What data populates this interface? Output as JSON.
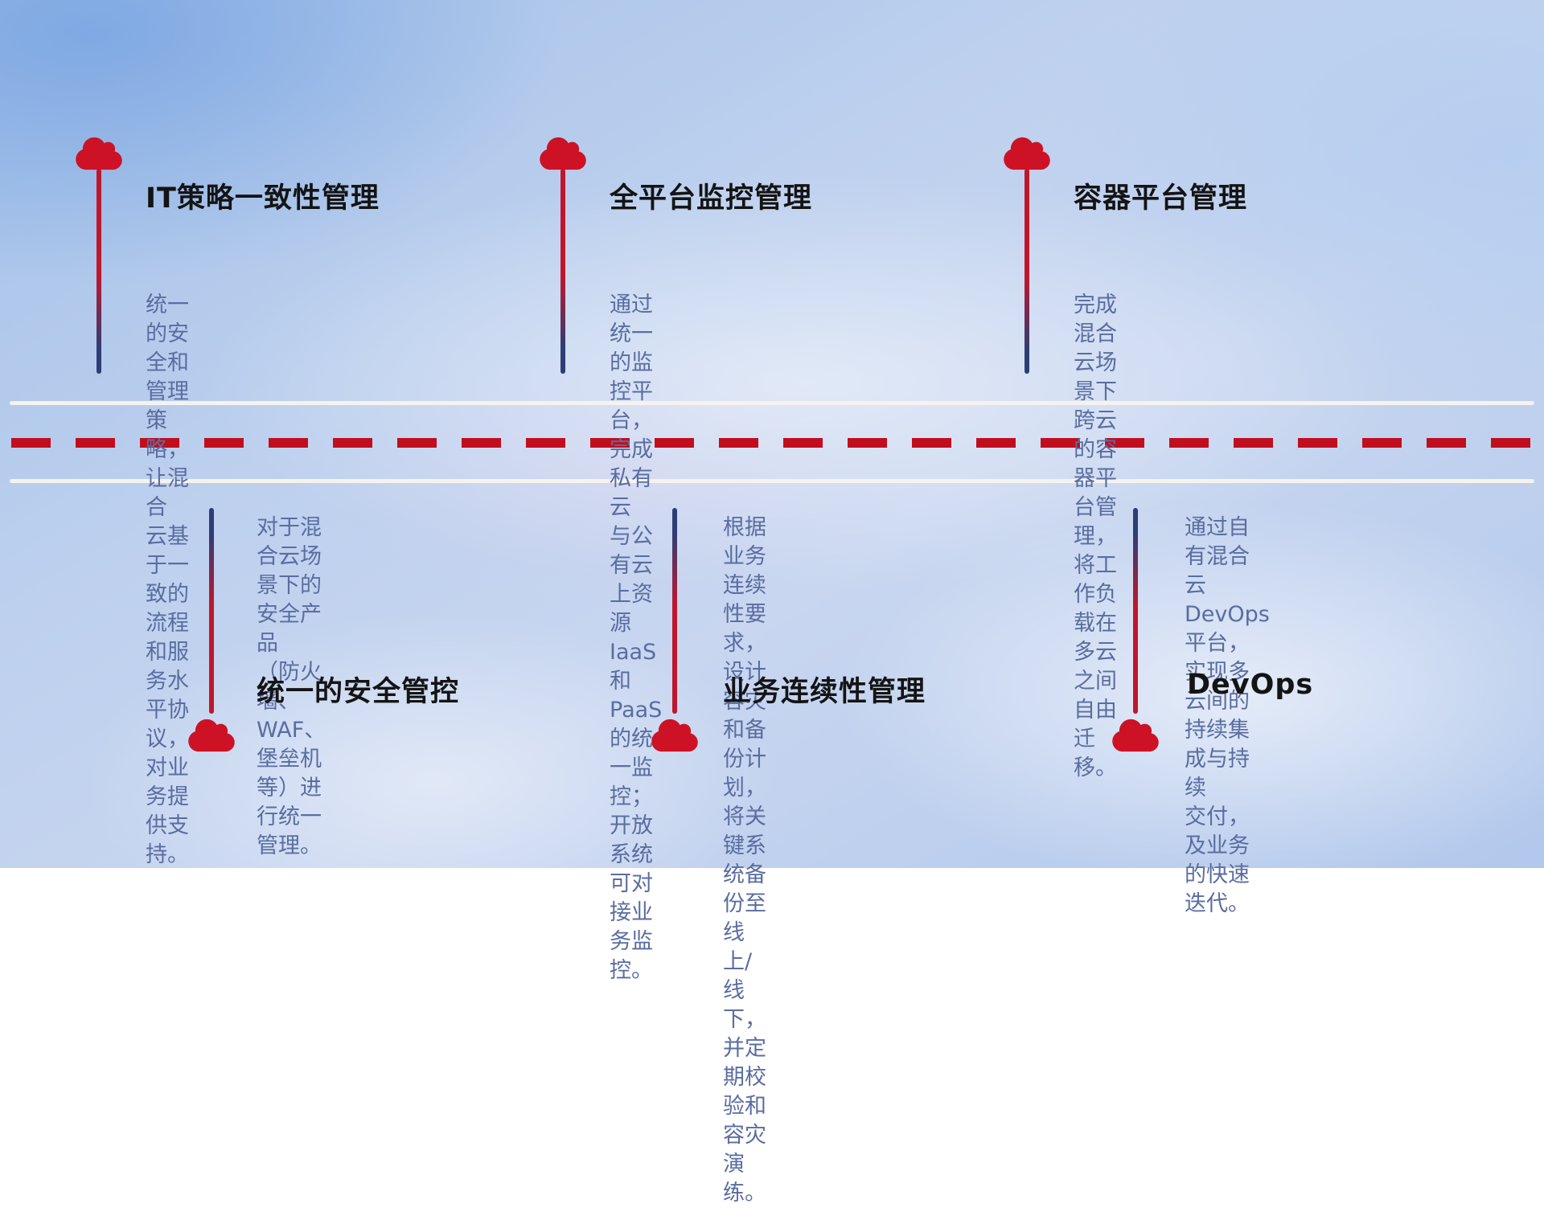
{
  "colors": {
    "cloud_red": "#cd1225",
    "stem_red": "#c0162c",
    "stem_navy": "#2e3e74",
    "title_text": "#141414",
    "desc_text": "#5a6da0",
    "road_white": "#f6f2ee",
    "dash_red": "#c10e1f"
  },
  "top_items": [
    {
      "title": "IT策略一致性管理",
      "description": "统一的安全和管理策略，让混合\n云基于一致的流程和服务水平协\n议，对业务提供支持。"
    },
    {
      "title": "全平台监控管理",
      "description": "通过统一的监控平台，完成私有云\n与公有云上资源IaaS和PaaS的统\n一监控；开放系统可对接业务监控。"
    },
    {
      "title": "容器平台管理",
      "description": "完成混合云场景下跨云的容器平\n台管理，将工作负载在多云之间\n自由迁移。"
    }
  ],
  "bottom_items": [
    {
      "title": "统一的安全管控",
      "description": "对于混合云场景下的安全产品\n（防火墙、WAF、堡垒机等）进\n行统一管理。"
    },
    {
      "title": "业务连续性管理",
      "description": "根据业务连续性要求，设计容灾\n和备份计划，将关键系统备份至\n线上/线下，并定期校验和容灾\n演练。"
    },
    {
      "title": "DevOps",
      "description": "通过自有混合云DevOps平台，\n实现多云间的持续集成与持续\n交付，及业务的快速迭代。"
    }
  ]
}
